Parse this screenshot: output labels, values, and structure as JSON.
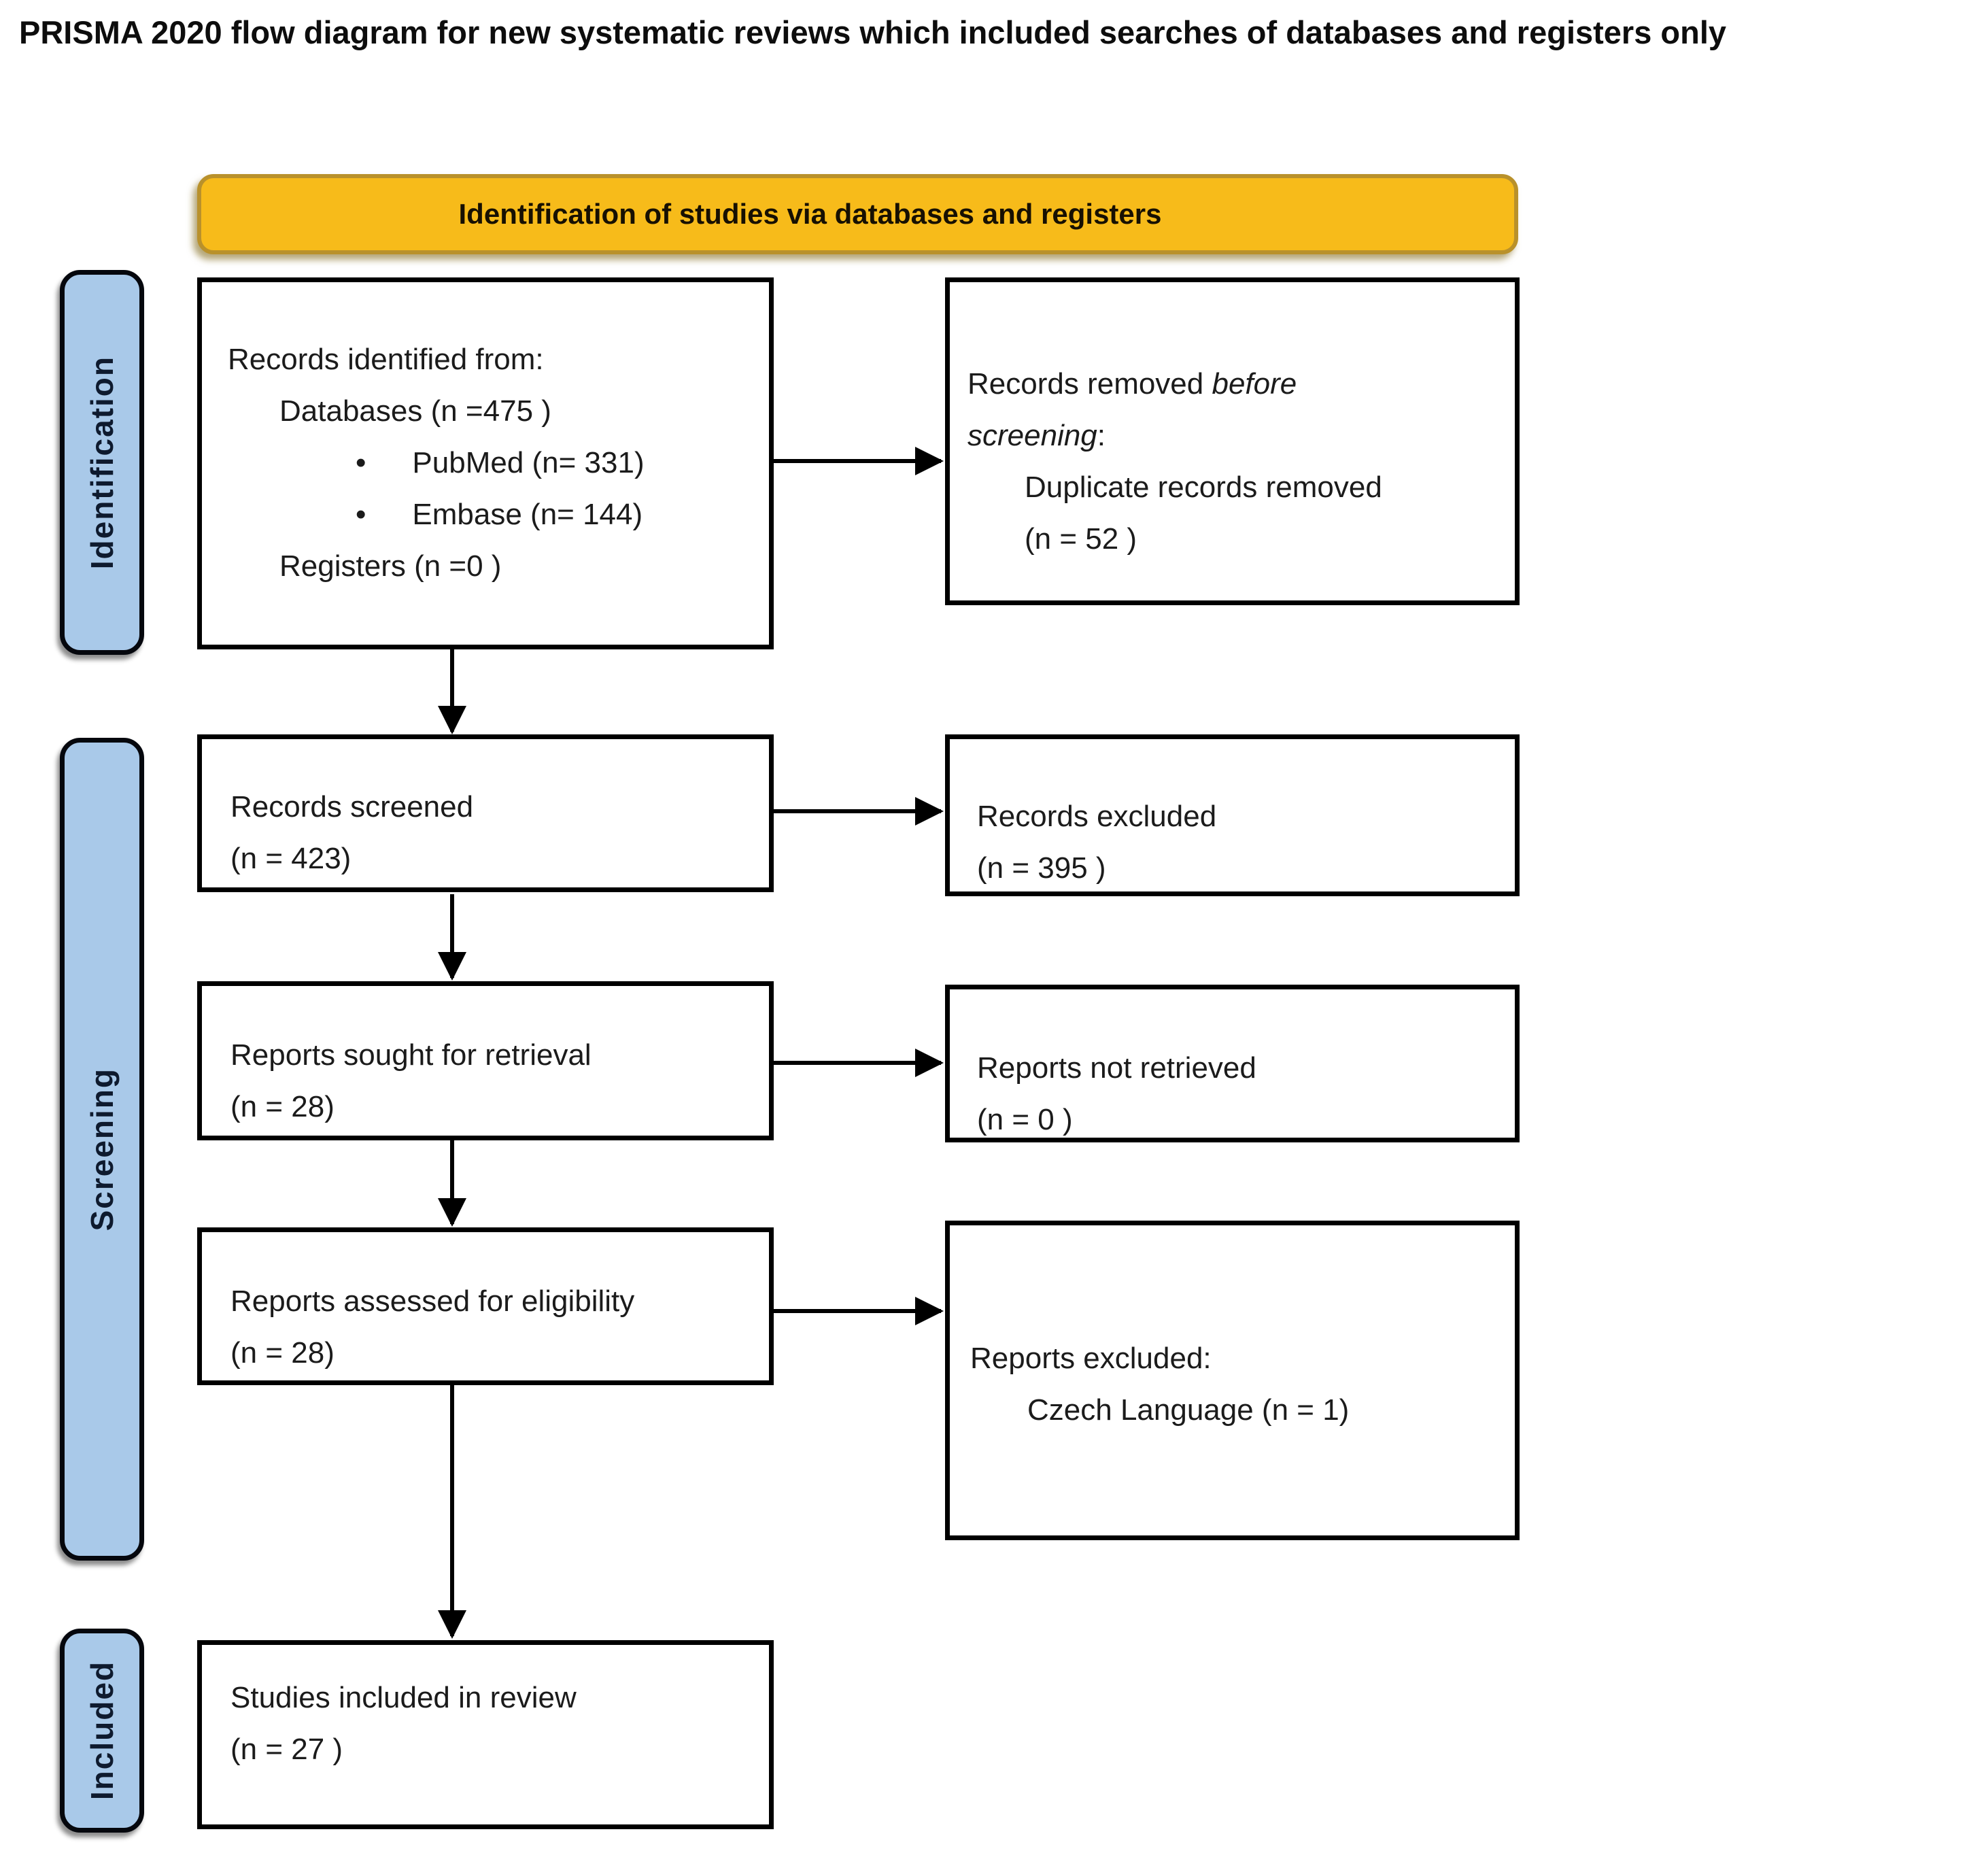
{
  "title": "PRISMA 2020 flow diagram for new systematic reviews which included searches of databases and registers only",
  "banner": {
    "label": "Identification of studies via databases and registers"
  },
  "colors": {
    "banner_fill": "#F7BB1A",
    "banner_border": "#B9912B",
    "stage_fill": "#A9C9E9",
    "box_border": "#000000",
    "text": "#1B1B1B"
  },
  "sidebar": {
    "items": [
      {
        "label": "Identification"
      },
      {
        "label": "Screening"
      },
      {
        "label": "Included"
      }
    ]
  },
  "boxes": {
    "records_identified": {
      "bullet": "•",
      "line1": "Records identified from:",
      "line2": "Databases (n =475 )",
      "line3": "PubMed (n= 331)",
      "line4": "Embase (n= 144)",
      "line5": "Registers (n =0 )"
    },
    "records_removed": {
      "line1_text": "Records removed ",
      "line1_italic": "before",
      "line2_italic": "screening",
      "line2_text": ":",
      "line3": "Duplicate records removed",
      "line4": "(n = 52 )"
    },
    "records_screened": {
      "line1": "Records screened",
      "line2": "(n = 423)"
    },
    "records_excluded": {
      "line1": "Records excluded",
      "line2": "(n = 395 )"
    },
    "reports_sought": {
      "line1": "Reports sought for retrieval",
      "line2": "(n = 28)"
    },
    "reports_not_retrieved": {
      "line1": "Reports not retrieved",
      "line2": "(n = 0 )"
    },
    "reports_assessed": {
      "line1": "Reports assessed for eligibility",
      "line2": "(n = 28)"
    },
    "reports_excluded": {
      "line1": "Reports excluded:",
      "line2": "Czech Language (n = 1)"
    },
    "studies_included": {
      "line1": "Studies included in review",
      "line2": "(n = 27 )"
    }
  }
}
